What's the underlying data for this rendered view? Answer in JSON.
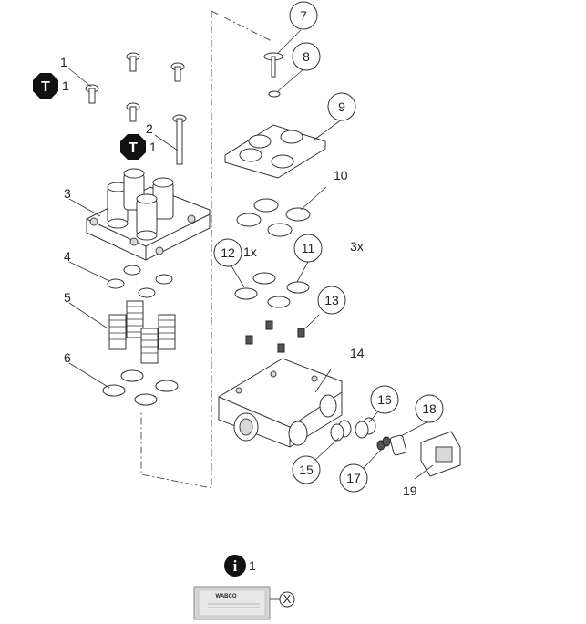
{
  "callouts": [
    {
      "id": "c1",
      "label": "1"
    },
    {
      "id": "c2",
      "label": "2"
    },
    {
      "id": "c3",
      "label": "3"
    },
    {
      "id": "c4",
      "label": "4"
    },
    {
      "id": "c5",
      "label": "5"
    },
    {
      "id": "c6",
      "label": "6"
    },
    {
      "id": "c7",
      "label": "7"
    },
    {
      "id": "c8",
      "label": "8"
    },
    {
      "id": "c9",
      "label": "9"
    },
    {
      "id": "c10",
      "label": "10"
    },
    {
      "id": "c11",
      "label": "11"
    },
    {
      "id": "c12",
      "label": "12"
    },
    {
      "id": "c13",
      "label": "13"
    },
    {
      "id": "c14",
      "label": "14"
    },
    {
      "id": "c15",
      "label": "15"
    },
    {
      "id": "c16",
      "label": "16"
    },
    {
      "id": "c17",
      "label": "17"
    },
    {
      "id": "c18",
      "label": "18"
    },
    {
      "id": "c19",
      "label": "19"
    }
  ],
  "torque_badges": [
    {
      "symbol": "T",
      "count": "1"
    },
    {
      "symbol": "T",
      "count": "1"
    }
  ],
  "quantity_notes": {
    "item12": "1x",
    "item11": "3x"
  },
  "info_badge": {
    "symbol": "i",
    "count": "1"
  },
  "grease_pack": {
    "brand": "WABCO",
    "callout": "X"
  }
}
